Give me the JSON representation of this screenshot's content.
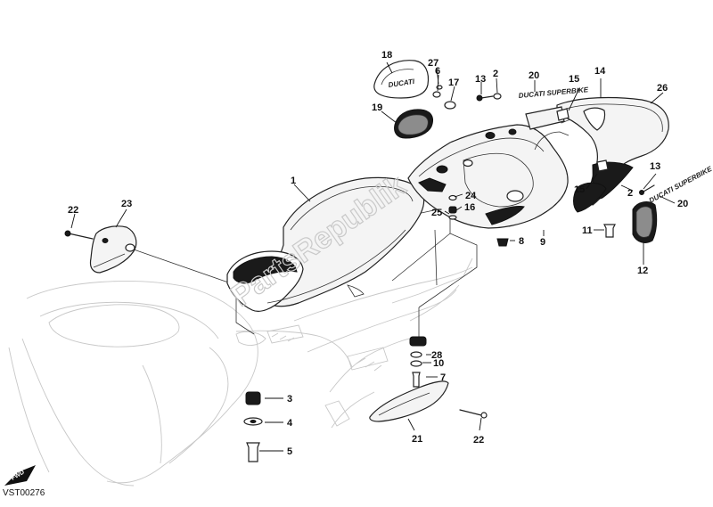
{
  "diagram": {
    "reference_code": "VST00276",
    "watermark": "PartsRepublik",
    "decal_text": "DUCATI SUPERBIKE",
    "fwd_marker": "FWD",
    "part_numbers": [
      "1",
      "2",
      "3",
      "4",
      "5",
      "6",
      "7",
      "8",
      "9",
      "10",
      "11",
      "12",
      "13",
      "14",
      "15",
      "16",
      "17",
      "18",
      "19",
      "20",
      "21",
      "22",
      "23",
      "24",
      "25",
      "26",
      "27",
      "28"
    ]
  }
}
